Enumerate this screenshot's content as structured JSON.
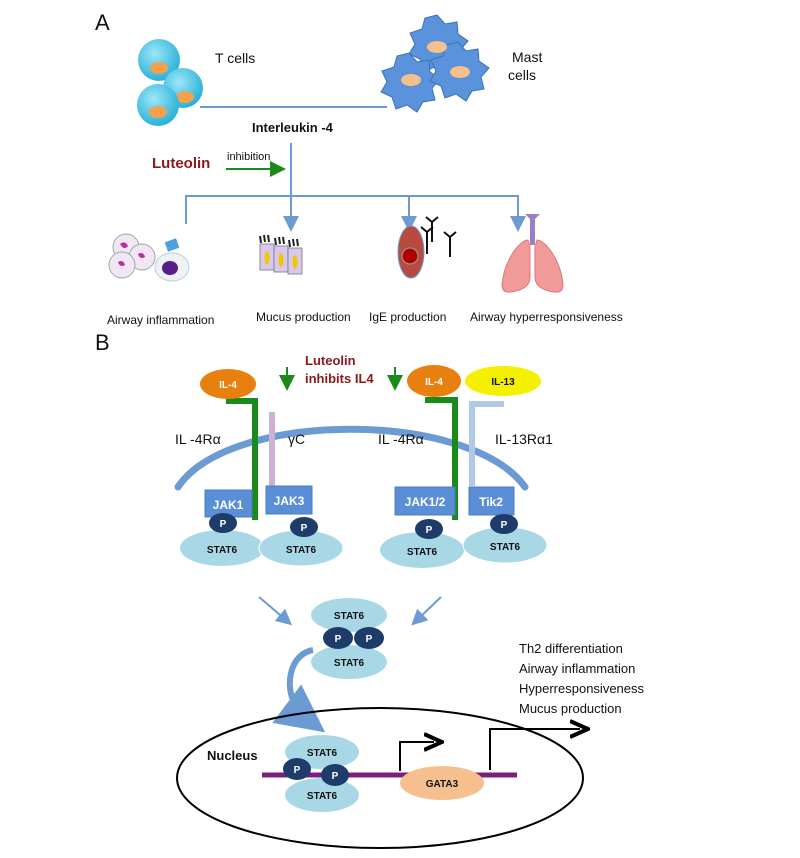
{
  "panel_a": {
    "label": "A",
    "t_cells": "T cells",
    "mast_cells_line1": "Mast",
    "mast_cells_line2": "cells",
    "cytokine": "Interleukin -4",
    "inhibitor": "Luteolin",
    "inhibition": "inhibition",
    "outcomes": [
      "Airway inflammation",
      "Mucus production",
      "IgE production",
      "Airway hyperresponsiveness"
    ]
  },
  "panel_b": {
    "label": "B",
    "inhibitor_line1": "Luteolin",
    "inhibitor_line2": "inhibits IL4",
    "ligands": {
      "il4_left": "IL-4",
      "il4_right": "IL-4",
      "il13": "IL-13"
    },
    "receptors": {
      "il4ra_left": "IL -4Rα",
      "gc": "γC",
      "il4ra_right": "IL -4Rα",
      "il13ra1": "IL-13Rα1"
    },
    "kinases": [
      "JAK1",
      "JAK3",
      "JAK1/2",
      "Tik2"
    ],
    "phospho": "P",
    "stat": "STAT6",
    "nucleus": "Nucleus",
    "gata3": "GATA3",
    "effects": [
      "Th2 differentiation",
      "Airway inflammation",
      "Hyperresponsiveness",
      "Mucus production"
    ]
  },
  "colors": {
    "blue_line": "#6b9bd2",
    "green": "#1a8a1a",
    "luteolin_red": "#8b1a1a",
    "il4_orange": "#e8800f",
    "il13_yellow": "#f5f000",
    "jak_blue": "#5a8fd8",
    "stat_cyan": "#a8d8e6",
    "phospho_navy": "#1d3c6a",
    "dna_purple": "#7a1f7a",
    "gata3_peach": "#f6c08e"
  }
}
